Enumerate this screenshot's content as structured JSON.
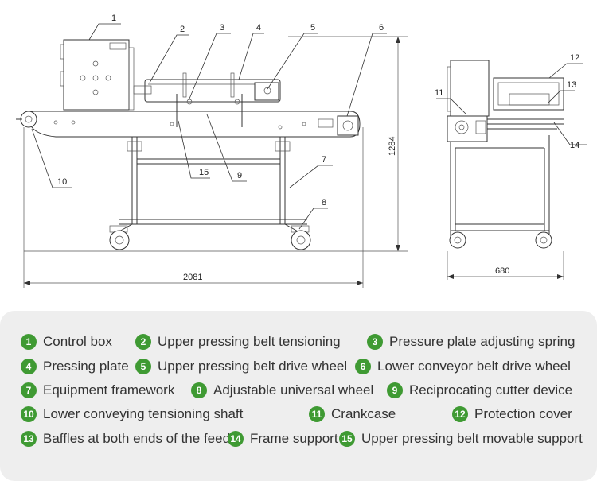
{
  "callouts": {
    "c1": "1",
    "c2": "2",
    "c3": "3",
    "c4": "4",
    "c5": "5",
    "c6": "6",
    "c7": "7",
    "c8": "8",
    "c9": "9",
    "c10": "10",
    "c11": "11",
    "c12": "12",
    "c13": "13",
    "c14": "14",
    "c15": "15"
  },
  "dimensions": {
    "length": "2081",
    "height": "1284",
    "width": "680"
  },
  "legend": [
    {
      "num": "1",
      "label": "Control box"
    },
    {
      "num": "2",
      "label": "Upper pressing belt tensioning"
    },
    {
      "num": "3",
      "label": "Pressure plate adjusting spring"
    },
    {
      "num": "4",
      "label": "Pressing plate"
    },
    {
      "num": "5",
      "label": "Upper pressing belt drive wheel"
    },
    {
      "num": "6",
      "label": "Lower conveyor belt drive wheel"
    },
    {
      "num": "7",
      "label": "Equipment framework"
    },
    {
      "num": "8",
      "label": "Adjustable universal wheel"
    },
    {
      "num": "9",
      "label": "Reciprocating cutter device"
    },
    {
      "num": "10",
      "label": "Lower conveying tensioning shaft"
    },
    {
      "num": "11",
      "label": "Crankcase"
    },
    {
      "num": "12",
      "label": "Protection cover"
    },
    {
      "num": "13",
      "label": "Baffles at both ends of the feed"
    },
    {
      "num": "14",
      "label": "Frame support"
    },
    {
      "num": "15",
      "label": "Upper pressing belt movable support"
    }
  ],
  "colors": {
    "badge": "#3f9a33",
    "panel": "#eeeeee",
    "line": "#333333"
  }
}
